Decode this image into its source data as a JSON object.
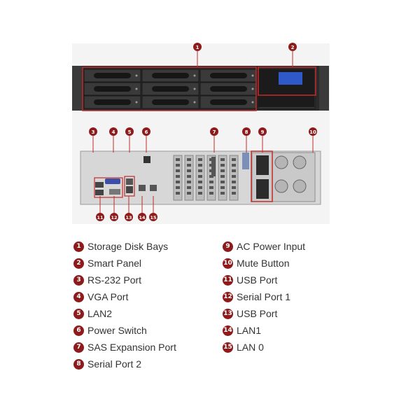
{
  "colors": {
    "accent": "#8e1b1b",
    "callout_line": "#c22b2b",
    "chassis_front": "#1d1d1d",
    "chassis_back": "#d7d7d7"
  },
  "callouts": {
    "front": [
      "1",
      "2"
    ],
    "rear_top": [
      "3",
      "4",
      "5",
      "6",
      "7",
      "8",
      "9",
      "10"
    ],
    "rear_bottom": [
      "11",
      "12",
      "13",
      "14",
      "15"
    ]
  },
  "legend": {
    "left": [
      {
        "num": "1",
        "label": "Storage Disk Bays"
      },
      {
        "num": "2",
        "label": "Smart Panel"
      },
      {
        "num": "3",
        "label": "RS-232 Port"
      },
      {
        "num": "4",
        "label": "VGA Port"
      },
      {
        "num": "5",
        "label": "LAN2"
      },
      {
        "num": "6",
        "label": "Power Switch"
      },
      {
        "num": "7",
        "label": "SAS Expansion Port"
      },
      {
        "num": "8",
        "label": "Serial Port 2"
      }
    ],
    "right": [
      {
        "num": "9",
        "label": "AC Power Input"
      },
      {
        "num": "10",
        "label": "Mute Button"
      },
      {
        "num": "11",
        "label": "USB Port"
      },
      {
        "num": "12",
        "label": "Serial Port 1"
      },
      {
        "num": "13",
        "label": "USB Port"
      },
      {
        "num": "14",
        "label": "LAN1"
      },
      {
        "num": "15",
        "label": "LAN 0"
      }
    ]
  }
}
